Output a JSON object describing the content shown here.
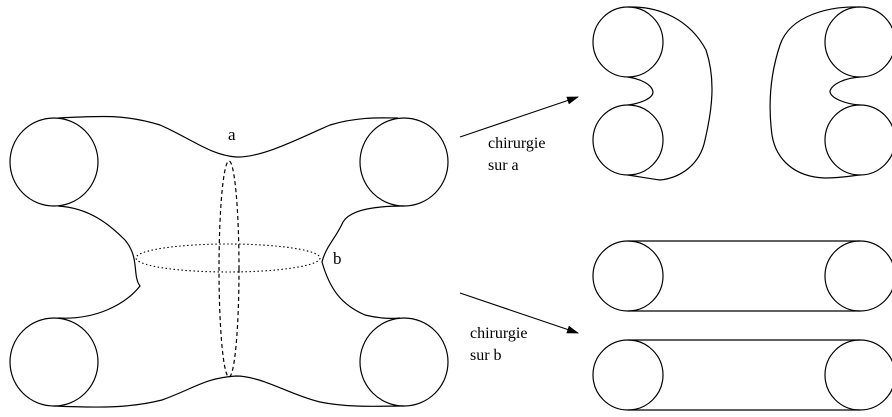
{
  "labels": {
    "curve_a": "a",
    "curve_b": "b"
  },
  "captions": {
    "surgery_a": [
      "chirurgie",
      "sur a"
    ],
    "surgery_b": [
      "chirurgie",
      "sur b"
    ]
  },
  "colors": {
    "stroke": "#000000",
    "background": "#ffffff"
  }
}
